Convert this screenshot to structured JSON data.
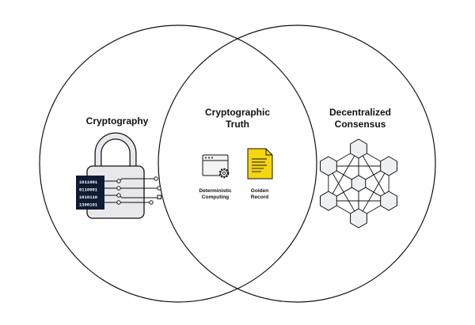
{
  "venn": {
    "left": {
      "title": "Cryptography",
      "icon": "padlock-icon"
    },
    "center": {
      "title_line1": "Cryptographic",
      "title_line2": "Truth",
      "items": [
        {
          "label_line1": "Deterministic",
          "label_line2": "Computing",
          "icon": "window-gear-icon"
        },
        {
          "label_line1": "Golden",
          "label_line2": "Record",
          "icon": "document-icon"
        }
      ]
    },
    "right": {
      "title_line1": "Decentralized",
      "title_line2": "Consensus",
      "icon": "hexagon-network-icon"
    }
  },
  "binary_lines": [
    "1011001",
    "0110001",
    "1010110",
    "1300101"
  ],
  "colors": {
    "stroke": "#111111",
    "lock_fill": "#e8e8ec",
    "chip_fill": "#0f1a33",
    "hex_fill": "#eef0f2",
    "doc_fill": "#f5d60f",
    "window_fill": "#f3f3f3"
  }
}
